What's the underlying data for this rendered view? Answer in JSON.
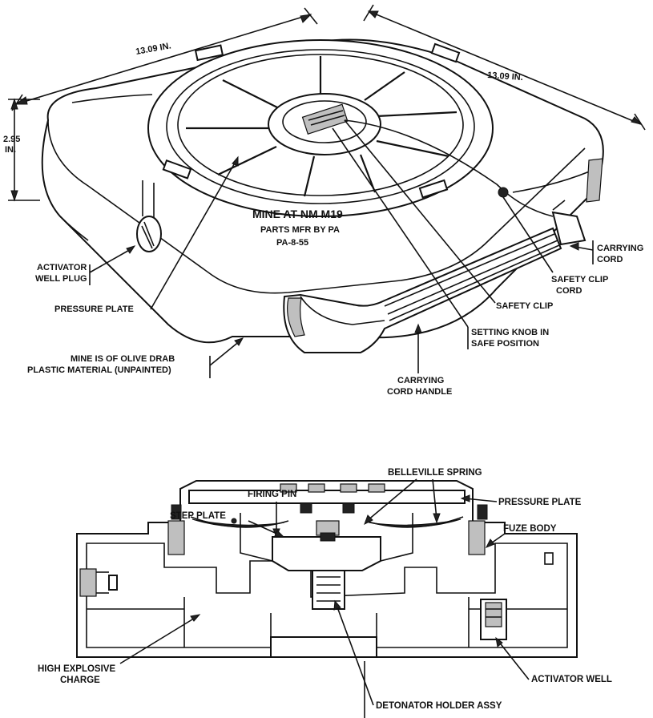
{
  "top_view": {
    "dim_width": "13.09 IN.",
    "dim_depth": "13.09 IN.",
    "dim_height_line1": "2.95",
    "dim_height_line2": "IN.",
    "marking_line1": "MINE AT NM M19",
    "marking_line2": "PARTS MFR BY PA",
    "marking_line3": "PA-8-55",
    "labels": {
      "activator_plug_1": "ACTIVATOR",
      "activator_plug_2": "WELL PLUG",
      "pressure_plate": "PRESSURE PLATE",
      "material_1": "MINE IS OF OLIVE DRAB",
      "material_2": "PLASTIC MATERIAL (UNPAINTED)",
      "handle_1": "CARRYING",
      "handle_2": "CORD HANDLE",
      "knob_1": "SETTING KNOB IN",
      "knob_2": "SAFE POSITION",
      "safety_clip": "SAFETY CLIP",
      "safety_clip_cord_1": "SAFETY CLIP",
      "safety_clip_cord_2": "CORD",
      "carrying_cord_1": "CARRYING",
      "carrying_cord_2": "CORD"
    }
  },
  "section_view": {
    "labels": {
      "belleville": "BELLEVILLE SPRING",
      "firing_pin": "FIRING PIN",
      "pressure_plate": "PRESSURE PLATE",
      "step_plate": "STEP PLATE",
      "fuze_body": "FUZE BODY",
      "he_1": "HIGH EXPLOSIVE",
      "he_2": "CHARGE",
      "activator_well": "ACTIVATOR WELL",
      "detonator": "DETONATOR HOLDER ASSY"
    }
  }
}
